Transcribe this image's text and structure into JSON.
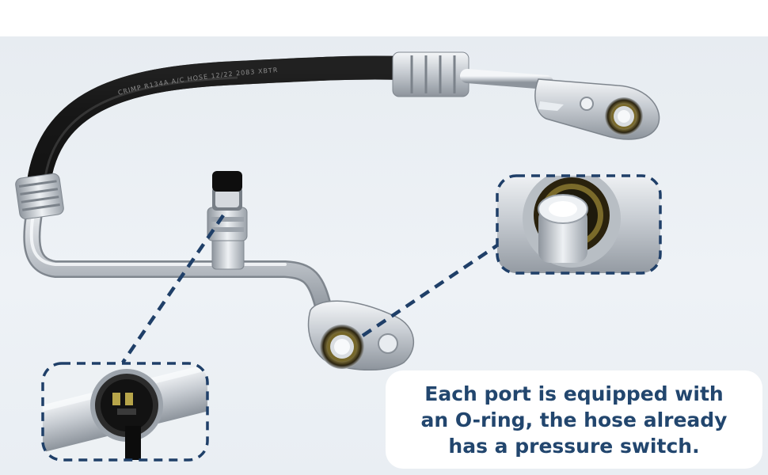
{
  "caption": {
    "line1": "Each port is equipped with",
    "line2": "an O-ring, the hose already",
    "line3": "has a pressure switch."
  },
  "hose_print": "CRIMP R134A A/C HOSE 12/22 2083 XBTR",
  "colors": {
    "background": "#eaeff4",
    "accent_dash": "#1f3f68",
    "caption_text": "#22466e",
    "hose": "#1a1a1a",
    "metal": "#c4c9cf"
  },
  "icons": {
    "callouts": [
      "pressure-switch-closeup",
      "o-ring-port-closeup"
    ]
  }
}
